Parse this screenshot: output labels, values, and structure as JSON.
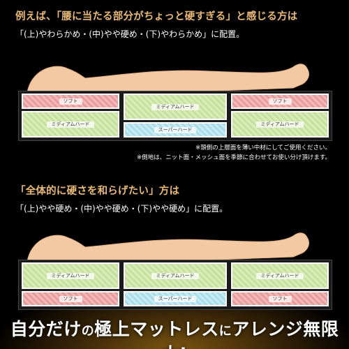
{
  "section1": {
    "heading": "例えば、「腰に当たる部分がちょっと硬すぎる」と感じる方は",
    "subheading": "「(上)やわらかめ・(中)やや硬め・(下)やわらかめ」に配置。",
    "pads": {
      "left_top": "ソフト",
      "left_bottom": "ミディアムハード",
      "mid_top": "ミディアムハード",
      "mid_bottom": "スーパーハード",
      "right_top": "ソフト",
      "right_bottom": "ミディアムハード"
    },
    "notes": [
      "※頭側の上層面を薄い中材にしてご使用ください。",
      "※側地は、ニット面・メッシュ面を季節に合わせてお使い分け頂けます。"
    ]
  },
  "section2": {
    "heading": "「全体的に硬さを和らげたい」方は",
    "subheading": "「(上)やや硬め・(中)やや硬め・(下)やや硬め」に配置。",
    "pads": {
      "left_top": "ミディアムハード",
      "left_bottom": "ソフト",
      "mid_top": "ミディアムハード",
      "mid_bottom": "スーパーハード",
      "right_top": "ミディアムハード",
      "right_bottom": "ソフト"
    }
  },
  "footer": {
    "part1": "自分だけ",
    "part2": "の",
    "part3": "極上マットレス",
    "part4": "に",
    "part5": "アレンジ無限大!"
  },
  "colors": {
    "heading": "#e8b878",
    "body_skin": "#f3c9a3",
    "soft": "#f2b8b8",
    "medium_hard": "#d8ecb8",
    "super_hard": "#c8eaf2"
  }
}
